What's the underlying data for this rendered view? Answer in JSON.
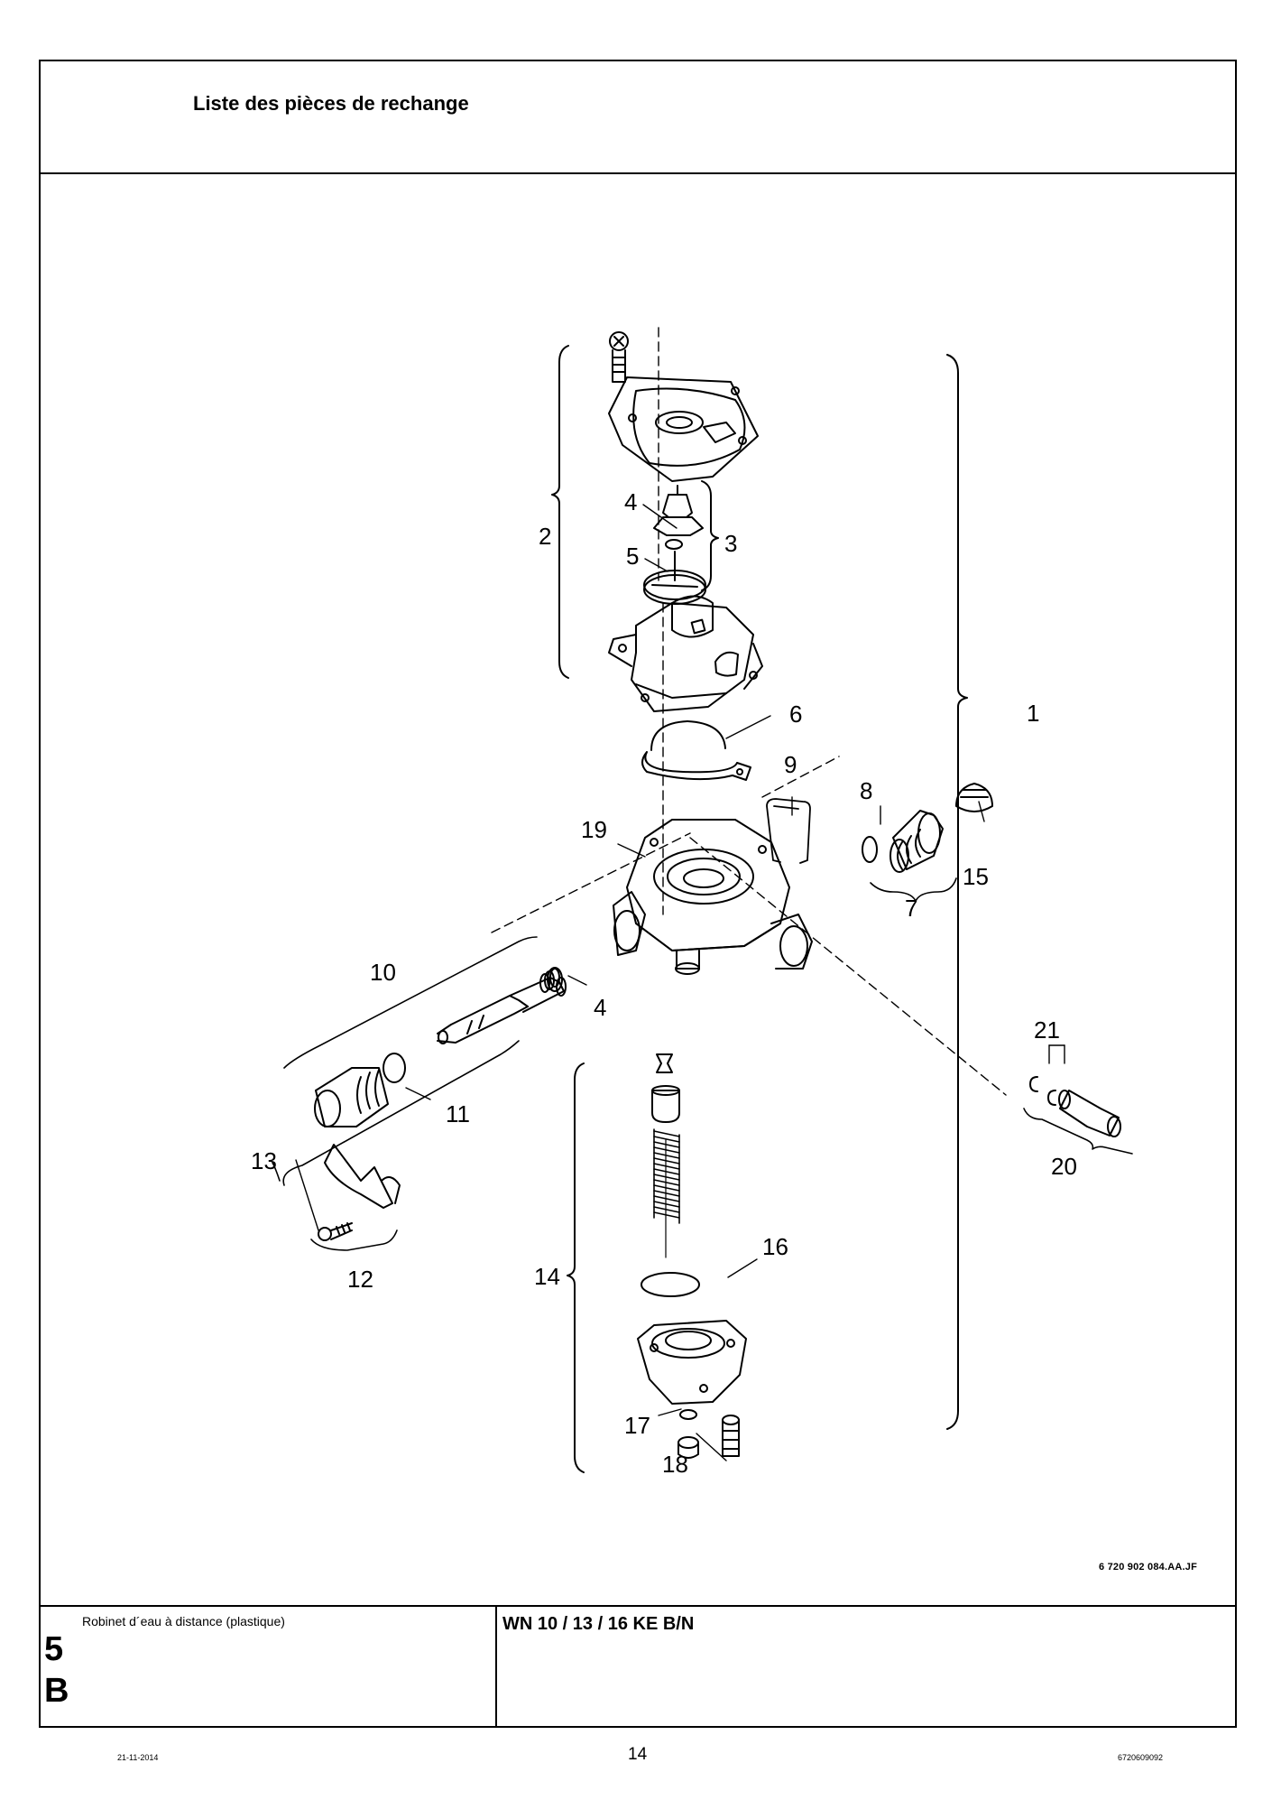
{
  "header": {
    "title": "Liste des pièces de rechange"
  },
  "drawing": {
    "reference": "6 720 902 084.AA.JF",
    "callouts": [
      "1",
      "2",
      "3",
      "4",
      "4",
      "5",
      "6",
      "7",
      "8",
      "9",
      "10",
      "11",
      "12",
      "13",
      "14",
      "15",
      "16",
      "17",
      "18",
      "19",
      "20",
      "21"
    ]
  },
  "footer": {
    "subtitle": "Robinet d´eau à distance (plastique)",
    "chapter_number": "5",
    "chapter_letter": "B",
    "model": "WN 10 / 13 / 16 KE B/N"
  },
  "page_footer": {
    "date": "21-11-2014",
    "page_number": "14",
    "document_number": "6720609092"
  }
}
